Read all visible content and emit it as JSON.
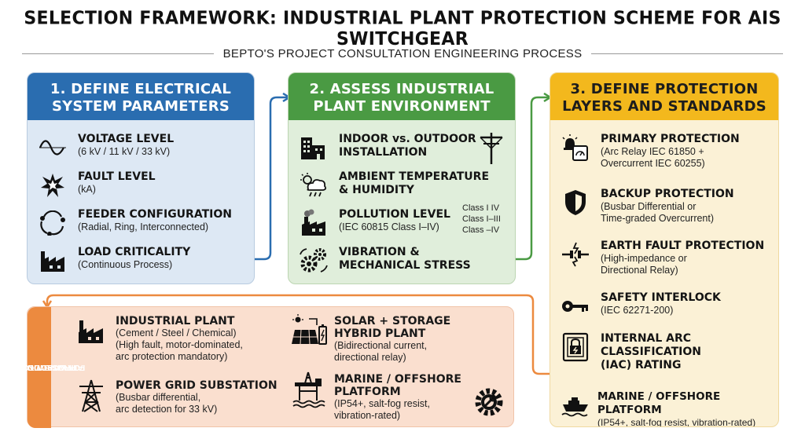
{
  "title": "SELECTION FRAMEWORK: INDUSTRIAL PLANT PROTECTION SCHEME FOR AIS SWITCHGEAR",
  "subtitle": "BEPTO'S PROJECT CONSULTATION ENGINEERING PROCESS",
  "colors": {
    "step1": "#2a6db0",
    "step2": "#4a9a43",
    "step3": "#f3b81d",
    "scenarios": "#ec8a3f"
  },
  "step1": {
    "heading_line1": "1. DEFINE ELECTRICAL",
    "heading_line2": "SYSTEM PARAMETERS",
    "items": [
      {
        "icon": "sine-wave-icon",
        "title": "VOLTAGE LEVEL",
        "desc": "(6 kV / 11 kV / 33 kV)"
      },
      {
        "icon": "fault-burst-icon",
        "title": "FAULT LEVEL",
        "desc": "(kA)"
      },
      {
        "icon": "cycle-arrows-icon",
        "title": "FEEDER CONFIGURATION",
        "desc": "(Radial, Ring, Interconnected)"
      },
      {
        "icon": "factory-icon",
        "title": "LOAD CRITICALITY",
        "desc": "(Continuous Process)"
      }
    ]
  },
  "step2": {
    "heading_line1": "2. ASSESS INDUSTRIAL",
    "heading_line2": "PLANT ENVIRONMENT",
    "items": [
      {
        "icon": "buildings-icon",
        "title_line1": "INDOOR vs. OUTDOOR",
        "title_line2": "INSTALLATION",
        "extra_icon": "power-pole-icon"
      },
      {
        "icon": "weather-icon",
        "title_line1": "AMBIENT TEMPERATURE",
        "title_line2": "& HUMIDITY"
      },
      {
        "icon": "polluting-factory-icon",
        "title": "POLLUTION LEVEL",
        "desc": "(IEC 60815 Class I–IV)"
      },
      {
        "icon": "gears-icon",
        "title_line1": "VIBRATION &",
        "title_line2": "MECHANICAL STRESS"
      }
    ],
    "classes": [
      "Class I IV",
      "Class I–III",
      "Class –IV"
    ]
  },
  "step3": {
    "heading_line1": "3. DEFINE PROTECTION",
    "heading_line2": "LAYERS AND STANDARDS",
    "items": [
      {
        "icon": "relay-alarm-icon",
        "title": "PRIMARY PROTECTION",
        "desc_line1": "(Arc Relay IEC 61850 +",
        "desc_line2": "Overcurrent IEC 60255)"
      },
      {
        "icon": "shield-icon",
        "title": "BACKUP PROTECTION",
        "desc_line1": "(Busbar Differential or",
        "desc_line2": "Time-graded Overcurrent)"
      },
      {
        "icon": "earth-fault-icon",
        "title": "EARTH FAULT PROTECTION",
        "desc_line1": "(High-impedance or",
        "desc_line2": "Directional Relay)"
      },
      {
        "icon": "key-icon",
        "title": "SAFETY INTERLOCK",
        "desc_line1": "(IEC 62271-200)"
      },
      {
        "icon": "locked-panel-icon",
        "title_line1": "INTERNAL ARC",
        "title_line2": "CLASSIFICATION",
        "title_line3": "(IAC) RATING"
      },
      {
        "icon": "ship-icon",
        "title": "MARINE / OFFSHORE PLATFORM",
        "desc_line1": "(IP54+, salt-fog resist, vibration-rated)"
      }
    ]
  },
  "scenarios": {
    "side_label_line1": "APPLICATION SCENARIOS",
    "side_label_line2": "FOR AIS SWITCHGEAR",
    "side_label_line3": "PROTECTION",
    "items": [
      {
        "icon": "factory-icon",
        "title": "INDUSTRIAL PLANT",
        "desc_line1": "(Cement / Steel / Chemical)",
        "desc_line2": "(High fault, motor-dominated,",
        "desc_line3": "arc protection mandatory)"
      },
      {
        "icon": "transmission-tower-icon",
        "title": "POWER GRID SUBSTATION",
        "desc_line1": "(Busbar differential,",
        "desc_line2": "arc detection for 33 kV)"
      },
      {
        "icon": "solar-battery-icon",
        "title_line1": "SOLAR + STORAGE",
        "title_line2": "HYBRID PLANT",
        "desc_line1": "(Bidirectional current,",
        "desc_line2": "directional relay)"
      },
      {
        "icon": "oil-platform-icon",
        "title_line1": "MARINE / OFFSHORE",
        "title_line2": "PLATFORM",
        "desc_line1": "(IP54+, salt-fog resist,",
        "desc_line2": "vibration-rated)"
      }
    ],
    "extra_icon": "gear-wrench-icon"
  }
}
